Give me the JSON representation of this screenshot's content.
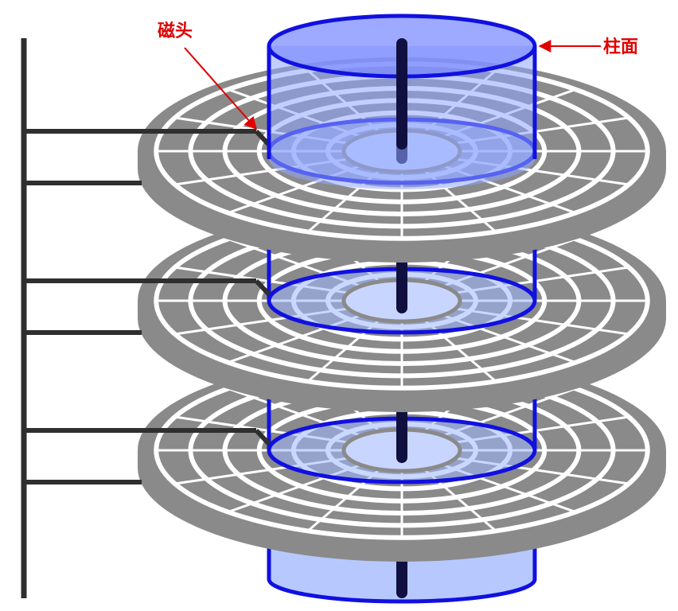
{
  "labels": {
    "head": "磁头",
    "cylinder": "柱面"
  },
  "colors": {
    "platter": "#8a8a8a",
    "track_gap": "#ffffff",
    "arm": "#2f2f2f",
    "cylinder_stroke": "#1010e0",
    "cylinder_fill": "#9fb6ff",
    "spindle": "#101040",
    "annotation": "#e00000"
  },
  "structure": {
    "platter_count": 3,
    "tracks_per_platter": 6,
    "sectors_per_track": 16
  }
}
